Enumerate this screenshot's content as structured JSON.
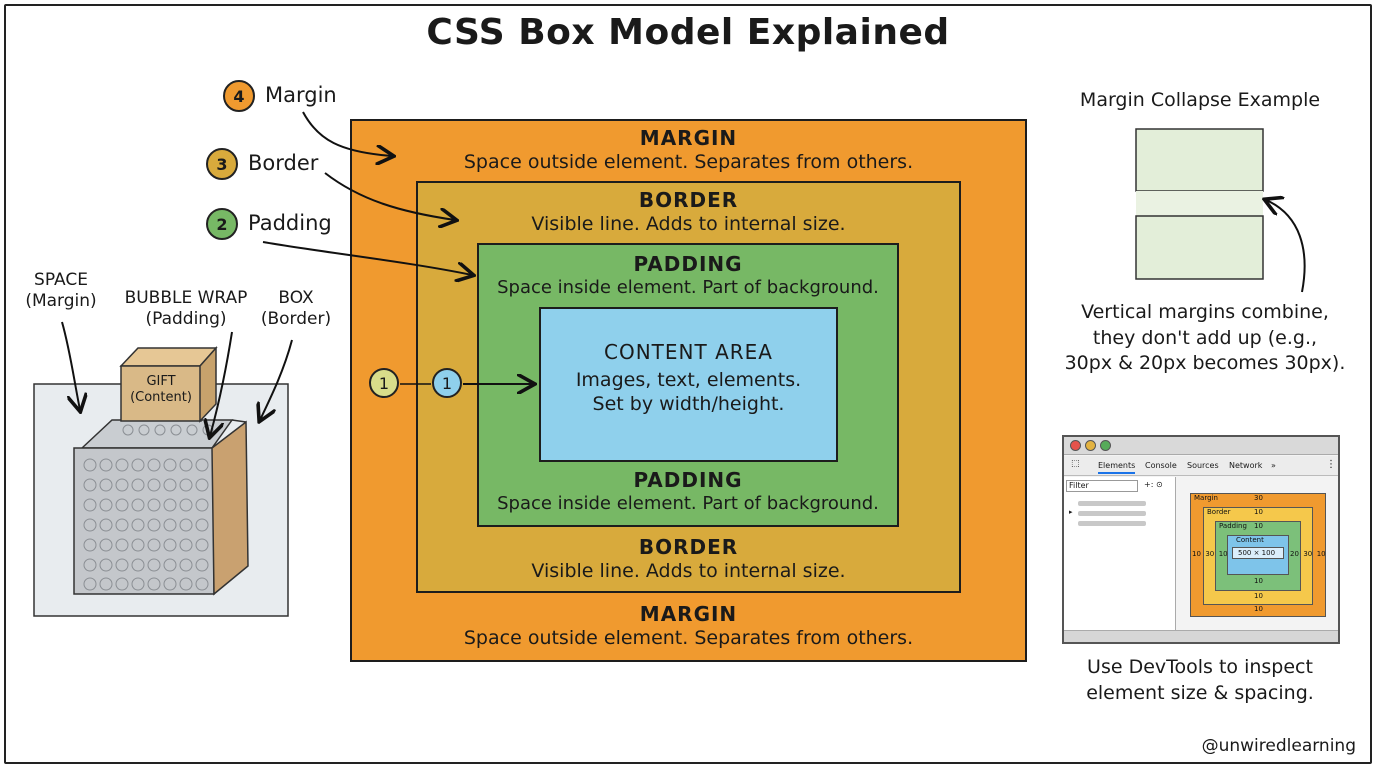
{
  "title": "CSS Box Model Explained",
  "legend": [
    {
      "num": "4",
      "label": "Margin",
      "color": "#f09a2f"
    },
    {
      "num": "3",
      "label": "Border",
      "color": "#d8aa3c"
    },
    {
      "num": "2",
      "label": "Padding",
      "color": "#77b865"
    }
  ],
  "layers": {
    "margin": {
      "title": "MARGIN",
      "desc": "Space outside element. Separates from others.",
      "color": "#f09a2f"
    },
    "border": {
      "title": "BORDER",
      "desc": "Visible line. Adds to internal size.",
      "color": "#d8aa3c"
    },
    "padding": {
      "title": "PADDING",
      "desc": "Space inside element. Part of background.",
      "color": "#77b865"
    },
    "content": {
      "title": "CONTENT AREA",
      "line1": "Images, text, elements.",
      "line2": "Set by width/height.",
      "color": "#8fd0ec"
    }
  },
  "content_markers": [
    {
      "num": "1",
      "color": "#d9dd8a"
    },
    {
      "num": "1",
      "color": "#8fd0ec"
    }
  ],
  "analogy": {
    "space": "SPACE",
    "space_sub": "(Margin)",
    "bubble": "BUBBLE WRAP",
    "bubble_sub": "(Padding)",
    "box": "BOX",
    "box_sub": "(Border)",
    "gift": "GIFT",
    "gift_sub": "(Content)"
  },
  "collapse": {
    "title": "Margin Collapse Example",
    "line1": "Vertical margins combine,",
    "line2": "they don't add up (e.g.,",
    "line3": "30px & 20px becomes 30px)."
  },
  "devtools": {
    "tabs": [
      "Elements",
      "Console",
      "Sources",
      "Network",
      "»"
    ],
    "filter": "Filter",
    "filter_icons": "+: ⊙",
    "boxmodel": {
      "margin_label": "Margin",
      "margin_val": "30",
      "border_label": "Border",
      "border_val": "10",
      "padding_label": "Padding",
      "padding_val": "10",
      "content_label": "Content",
      "content_val": "500 × 100",
      "left_vals": "10  30  10",
      "right_vals": "20  30  10",
      "padding_bottom": "10",
      "border_bottom": "10",
      "margin_bottom": "10"
    },
    "caption1": "Use DevTools to inspect",
    "caption2": "element size & spacing."
  },
  "credit": "@unwiredlearning"
}
